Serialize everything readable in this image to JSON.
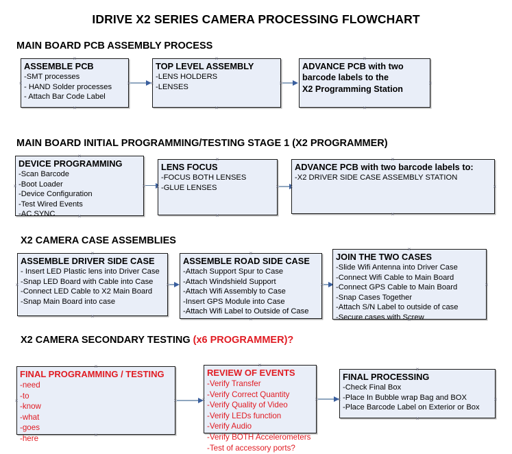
{
  "document": {
    "title": "IDRIVE X2  SERIES CAMERA PROCESSING FLOWCHART"
  },
  "colors": {
    "box_fill": "#e9eef8",
    "box_border": "#1a1a1a",
    "arrow_line": "#8fa6bf",
    "arrow_head": "#3a5f9e",
    "accent_red": "#e01b22",
    "text": "#000000",
    "background": "#ffffff"
  },
  "sections": [
    {
      "id": "main-board-pcb-assembly-process",
      "heading": "MAIN BOARD PCB ASSEMBLY PROCESS",
      "heading_accent": "",
      "boxes": [
        {
          "id": "assemble-pcb",
          "title": "ASSEMBLE PCB",
          "lines": [
            "-SMT processes",
            "- HAND Solder processes",
            "- Attach Bar Code Label"
          ]
        },
        {
          "id": "top-level-assembly",
          "title": "TOP LEVEL ASSEMBLY",
          "lines": [
            "-LENS HOLDERS",
            "-LENSES"
          ]
        },
        {
          "id": "advance-pcb-to-programming-station",
          "title": "ADVANCE PCB with two",
          "lines": [
            "barcode labels to the",
            " X2 Programming Station"
          ]
        }
      ]
    },
    {
      "id": "main-board-initial-programming-testing-stage-1",
      "heading": "MAIN BOARD INITIAL PROGRAMMING/TESTING STAGE 1 (X2 PROGRAMMER)",
      "heading_accent": "",
      "boxes": [
        {
          "id": "device-programming",
          "title": "DEVICE PROGRAMMING",
          "lines": [
            "-Scan Barcode",
            "-Boot Loader",
            "-Device Configuration",
            "-Test Wired Events",
            "-AC SYNC"
          ]
        },
        {
          "id": "lens-focus",
          "title": "LENS FOCUS",
          "lines": [
            "-FOCUS BOTH LENSES",
            "-GLUE LENSES"
          ]
        },
        {
          "id": "advance-pcb-to-driver-side-case-station",
          "title": "ADVANCE PCB with two barcode labels to:",
          "lines": [
            "-X2 DRIVER  SIDE  CASE  ASSEMBLY STATION"
          ]
        }
      ]
    },
    {
      "id": "x2-camera-case-assemblies",
      "heading": "X2 CAMERA CASE ASSEMBLIES",
      "heading_accent": "",
      "boxes": [
        {
          "id": "assemble-driver-side-case",
          "title": "ASSEMBLE DRIVER SIDE CASE",
          "lines": [
            "- Insert LED Plastic lens into Driver Case",
            "-Snap LED Board with Cable into Case",
            "-Connect LED Cable to X2 Main Board",
            "-Snap Main Board into case"
          ]
        },
        {
          "id": "assemble-road-side-case",
          "title": "ASSEMBLE ROAD SIDE CASE",
          "lines": [
            "-Attach Support Spur to Case",
            "-Attach Windshield Support",
            "-Attach Wifi Assembly to Case",
            "-Insert GPS Module into Case",
            "-Attach Wifi Label to Outside of Case"
          ]
        },
        {
          "id": "join-the-two-cases",
          "title": "JOIN THE TWO CASES",
          "lines": [
            "-Slide Wifi Antenna into Driver Case",
            "-Connect Wifi Cable to Main Board",
            "-Connect GPS Cable to Main Board",
            "-Snap Cases Together",
            "-Attach S/N Label to outside of case",
            "-Secure cases with Screw"
          ]
        }
      ]
    },
    {
      "id": "x2-camera-secondary-testing",
      "heading": "X2 CAMERA SECONDARY TESTING ",
      "heading_accent": "(x6 PROGRAMMER)?",
      "boxes": [
        {
          "id": "final-programming-testing",
          "title": "FINAL PROGRAMMING / TESTING",
          "lines": [
            "-need",
            "-to",
            "-know",
            "-what",
            "-goes",
            "-here"
          ]
        },
        {
          "id": "review-of-events",
          "title": "REVIEW OF EVENTS",
          "lines": [
            "-Verify Transfer",
            "-Verify Correct Quantity",
            "-Verify Quality of Video",
            "-Verify LEDs function",
            "-Verify Audio",
            "-Verify BOTH Accelerometers",
            "-Test of accessory ports?"
          ]
        },
        {
          "id": "final-processing",
          "title": "FINAL PROCESSING",
          "lines": [
            " -Check Final Box",
            "-Place In Bubble wrap Bag and BOX",
            "-Place Barcode Label on Exterior or Box"
          ]
        }
      ]
    }
  ]
}
